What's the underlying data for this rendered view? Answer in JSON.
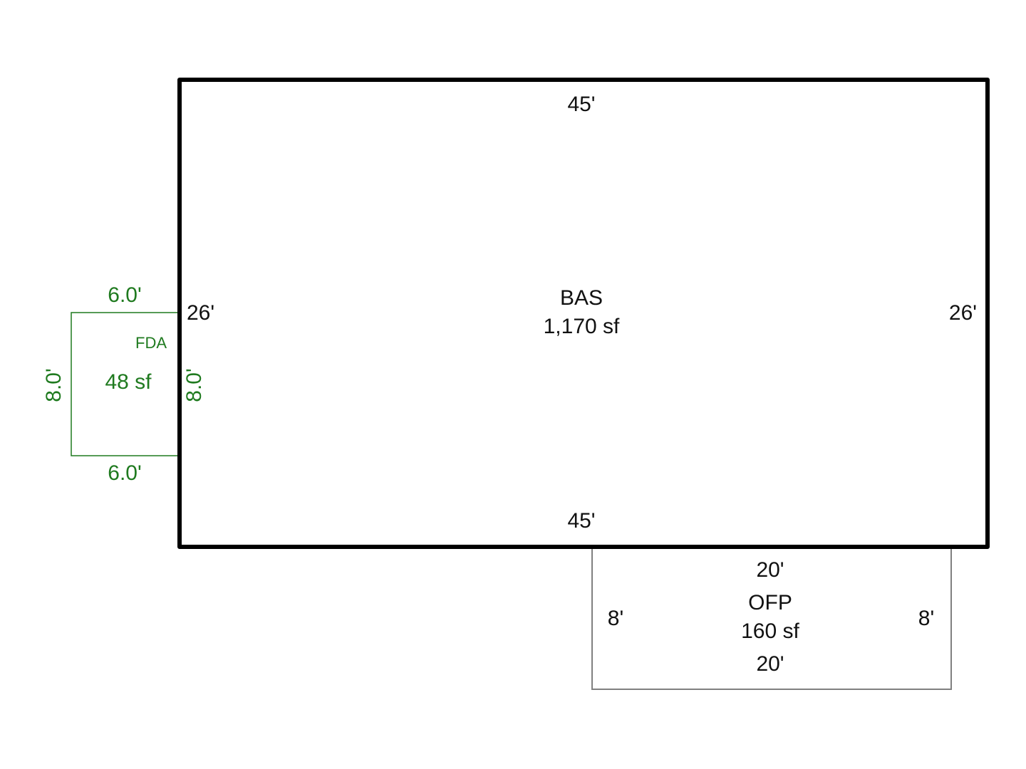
{
  "colors": {
    "bas": "#000000",
    "fda": "#1f7a1f",
    "ofp": "#808080",
    "text_dark": "#111111"
  },
  "areas": {
    "bas": {
      "code": "BAS",
      "area": "1,170 sf",
      "top": "45'",
      "bottom": "45'",
      "left": "26'",
      "right": "26'"
    },
    "fda": {
      "code": "FDA",
      "area": "48 sf",
      "top": "6.0'",
      "bottom": "6.0'",
      "left": "8.0'",
      "right": "8.0'"
    },
    "ofp": {
      "code": "OFP",
      "area": "160 sf",
      "top": "20'",
      "bottom": "20'",
      "left": "8'",
      "right": "8'"
    }
  }
}
